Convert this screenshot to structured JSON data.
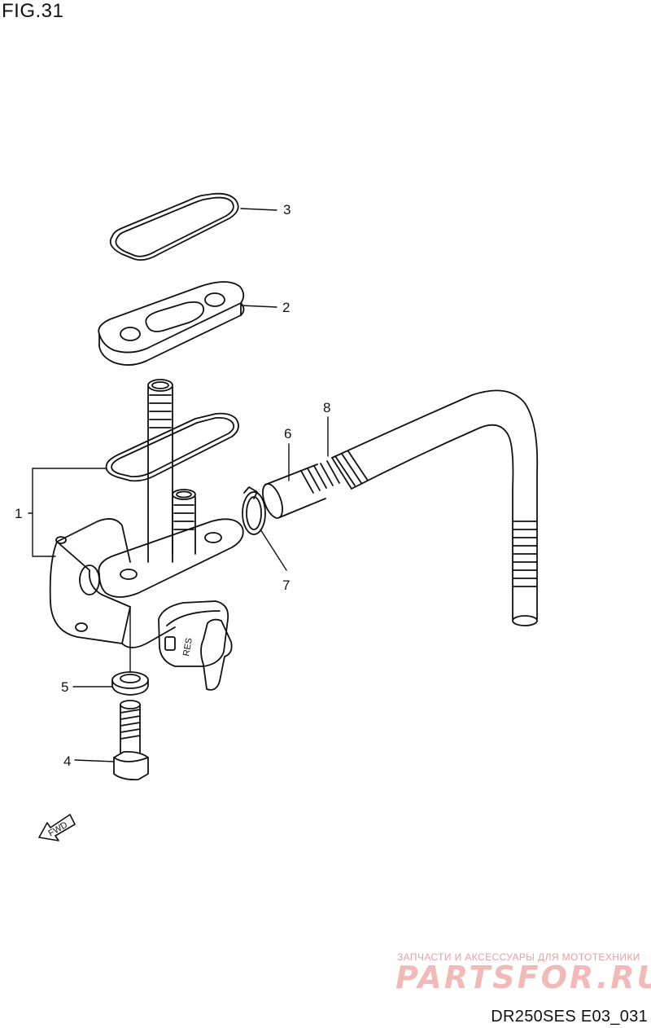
{
  "header": {
    "figure_title": "FIG.31"
  },
  "callouts": [
    {
      "id": "1",
      "label": "1"
    },
    {
      "id": "2",
      "label": "2"
    },
    {
      "id": "3",
      "label": "3"
    },
    {
      "id": "4",
      "label": "4"
    },
    {
      "id": "5",
      "label": "5"
    },
    {
      "id": "6",
      "label": "6"
    },
    {
      "id": "7",
      "label": "7"
    },
    {
      "id": "8",
      "label": "8"
    }
  ],
  "parts": {
    "fwd_label": "FWD",
    "res_label": "RES"
  },
  "watermark": {
    "tagline": "ЗАПЧАСТИ И АКСЕССУАРЫ ДЛЯ МОТОТЕХНИКИ",
    "logo": "PARTSFOR.RU",
    "color": "#f2b9b9"
  },
  "footer": {
    "diagram_code": "DR250SES E03_031"
  }
}
